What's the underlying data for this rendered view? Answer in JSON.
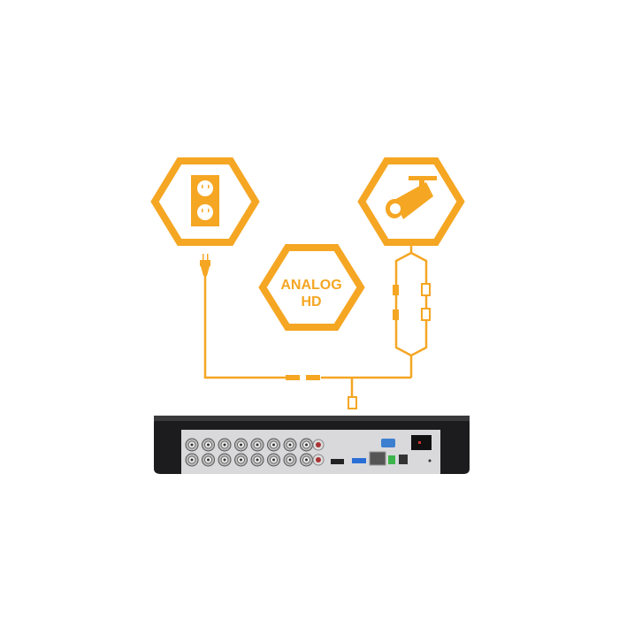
{
  "diagram": {
    "center_label_line1": "ANALOG",
    "center_label_line2": "HD",
    "icons": [
      "power-outlet-icon",
      "power-plug-icon",
      "security-camera-icon",
      "dvr-recorder"
    ],
    "colors": {
      "accent": "#F5A623",
      "dvr_body": "#1c1c1e",
      "dvr_panel": "#d9d9dc"
    }
  }
}
